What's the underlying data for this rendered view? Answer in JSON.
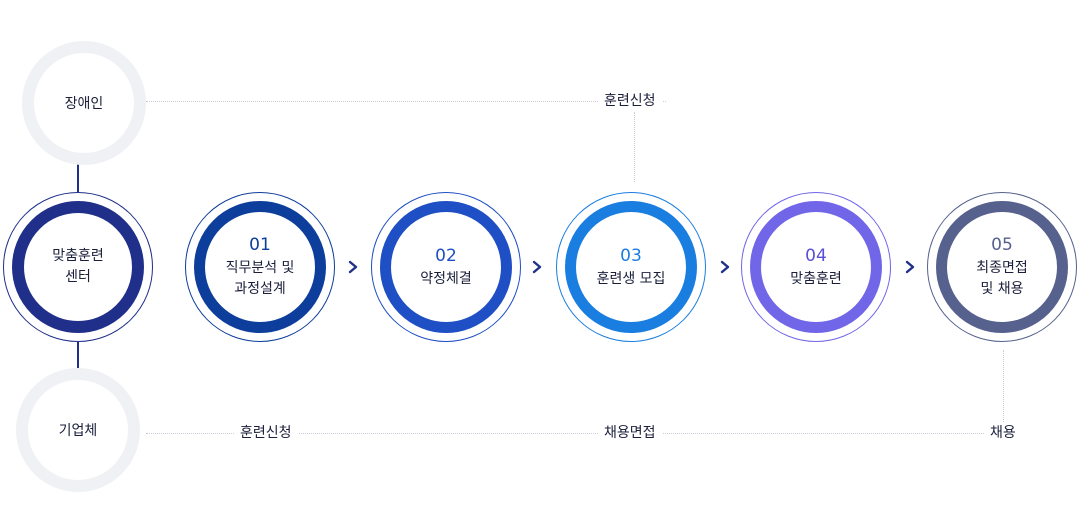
{
  "roles": {
    "disabled": "장애인",
    "center_line1": "맞춤훈련",
    "center_line2": "센터",
    "company": "기업체"
  },
  "steps": [
    {
      "num": "01",
      "line1": "직무분석 및",
      "line2": "과정설계",
      "color": "#0d3e9b"
    },
    {
      "num": "02",
      "line1": "약정체결",
      "line2": "",
      "color": "#1f4fc5"
    },
    {
      "num": "03",
      "line1": "훈련생 모집",
      "line2": "",
      "color": "#1a7ee0"
    },
    {
      "num": "04",
      "line1": "맞춤훈련",
      "line2": "",
      "color": "#7166e8"
    },
    {
      "num": "05",
      "line1": "최종면접",
      "line2": "및 채용",
      "color": "#56618d"
    }
  ],
  "connectors": {
    "top_label": "훈련신청",
    "bottom_label_1": "훈련신청",
    "bottom_label_2": "채용면접",
    "bottom_label_3": "채용"
  },
  "colors": {
    "center": "#1f2f8a",
    "side_ring": "#f0f1f4",
    "text": "#1b1f3b"
  }
}
